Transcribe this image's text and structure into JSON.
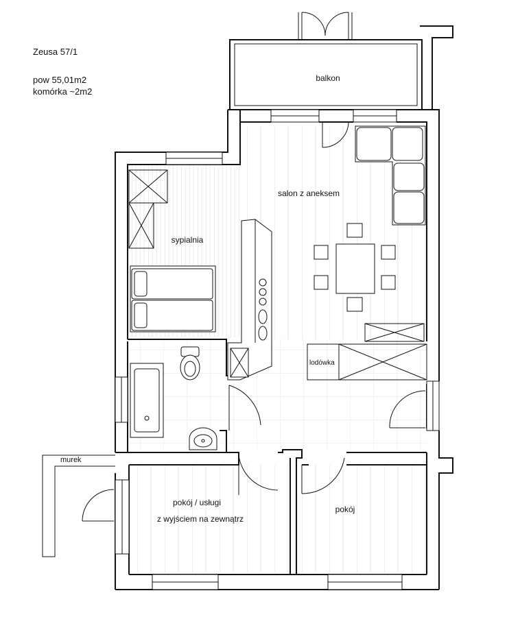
{
  "header": {
    "address": "Zeusa 57/1",
    "area": "pow 55,01m2",
    "storage": "komórka ~2m2"
  },
  "rooms": {
    "balcony": "balkon",
    "living": "salon z aneksem",
    "bedroom": "sypialnia",
    "fridge": "lodówka",
    "service_room_line1": "pokój / usługi",
    "service_room_line2": "z wyjściem na zewnątrz",
    "room": "pokój",
    "low_wall": "murek"
  }
}
